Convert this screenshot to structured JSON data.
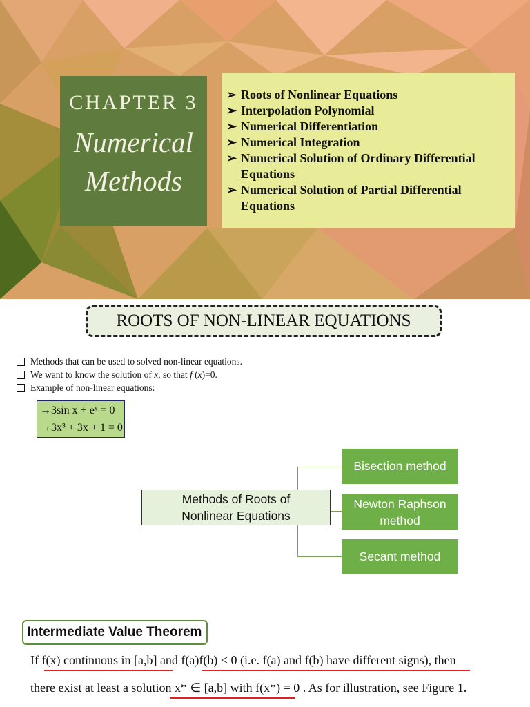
{
  "chapter": {
    "number": "CHAPTER 3",
    "title_line1": "Numerical",
    "title_line2": "Methods"
  },
  "topics": [
    "Roots of Nonlinear Equations",
    "Interpolation Polynomial",
    "Numerical Differentiation",
    "Numerical Integration",
    "Numerical Solution of Ordinary Differential Equations",
    "Numerical Solution of Partial Differential Equations"
  ],
  "section_title": "ROOTS OF NON-LINEAR EQUATIONS",
  "bullets": {
    "b1": "Methods that can be used to solved non-linear equations.",
    "b2_a": "We want to know the solution of ",
    "b2_x": "x",
    "b2_b": ", so that ",
    "b2_f": "f",
    "b2_c": " (",
    "b2_x2": "x",
    "b2_d": ")=0.",
    "b3": "Example of non-linear equations:"
  },
  "equations": {
    "eq1": "→3sin x + eˣ = 0",
    "eq2": "→3x³ + 3x + 1 = 0"
  },
  "diagram": {
    "root_line1": "Methods of Roots of",
    "root_line2": "Nonlinear Equations",
    "method1": "Bisection method",
    "method2_line1": "Newton Raphson",
    "method2_line2": "method",
    "method3": "Secant method"
  },
  "ivt": {
    "title": "Intermediate Value Theorem",
    "line1": "If  f(x)  continuous in  [a,b]   and   f(a)f(b) < 0  (i.e.  f(a)  and f(b)  have different signs), then",
    "line2": "there exist at least a solution  x* ∈ [a,b]  with f(x*) = 0 . As for illustration, see Figure 1."
  },
  "colors": {
    "chapter_box": "#5f7c3e",
    "topic_box": "#e8ec98",
    "method_box": "#6faf48",
    "underline": "#e02020"
  },
  "icons": {
    "topic_bullet": "arrowhead-icon",
    "list_bullet": "checkbox-square-icon"
  }
}
